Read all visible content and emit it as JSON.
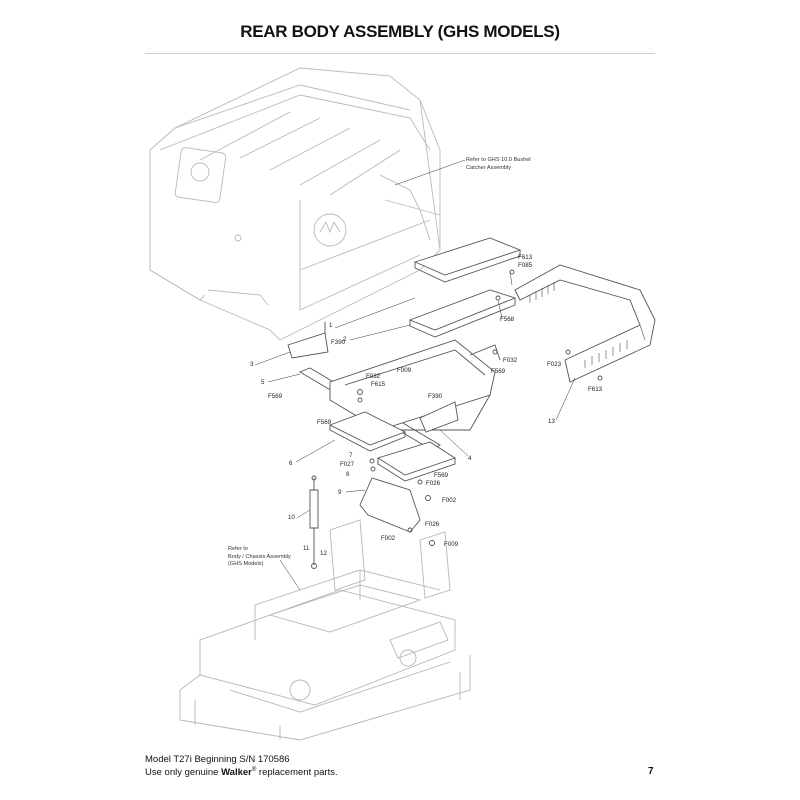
{
  "page": {
    "title": "REAR BODY ASSEMBLY (GHS MODELS)",
    "page_number": "7"
  },
  "footer": {
    "model_line": "Model T27i Beginning S/N 170586",
    "parts_prefix": "Use only genuine ",
    "brand": "Walker",
    "registered": "®",
    "parts_suffix": " replacement parts."
  },
  "notes": {
    "catcher_line1": "Refer to GHS 10.0 Bushel",
    "catcher_line2": "Catcher Assembly",
    "chassis_line1": "Refer to",
    "chassis_line2": "Body / Chassis Assembly",
    "chassis_line3": "(GHS Models)"
  },
  "labels": {
    "n1": "1",
    "n2": "2",
    "n3": "3",
    "n4": "4",
    "n5": "5",
    "n6": "6",
    "n7": "7",
    "n8": "8",
    "n9": "9",
    "n10": "10",
    "n11": "11",
    "n12": "12",
    "n13": "13",
    "f613a": "F613",
    "f085": "F085",
    "f568": "F568",
    "f032a": "F032",
    "f569a": "F569",
    "f390a": "F390",
    "f009a": "F009",
    "f032b": "F032",
    "f615": "F615",
    "f569b": "F569",
    "f390b": "F390",
    "f569c": "F569",
    "f027": "F027",
    "f569d": "F569",
    "f026a": "F026",
    "f002a": "F002",
    "f026b": "F026",
    "f002b": "F002",
    "f009b": "F009",
    "f023": "F023",
    "f613b": "F613"
  }
}
